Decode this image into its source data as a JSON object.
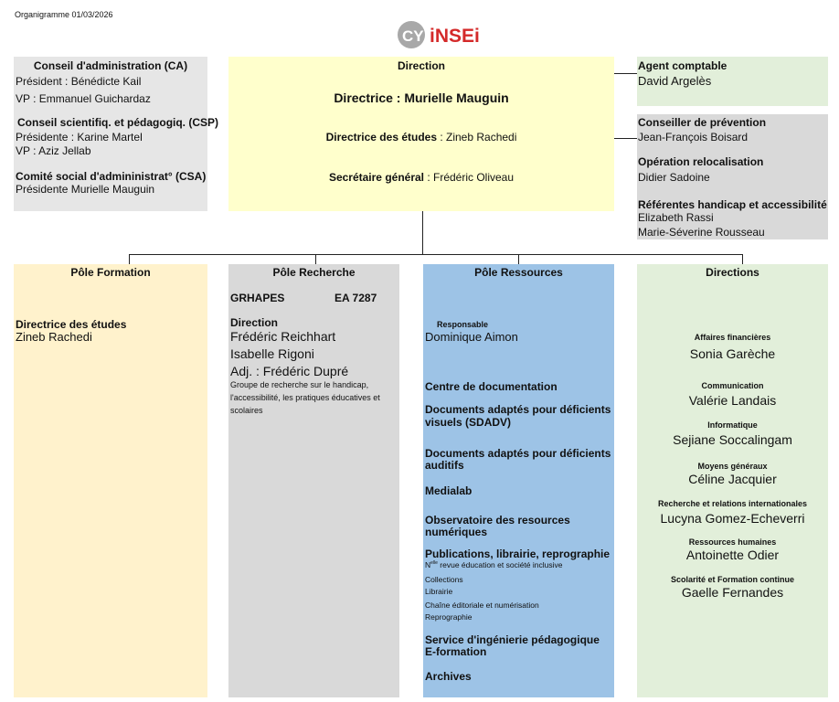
{
  "header": {
    "title": "Organigramme  01/03/2026",
    "logo": "CY iNSEi",
    "logo_colors": {
      "cy": "#9e9e9e",
      "insei": "#d42a2a"
    }
  },
  "colors": {
    "ca": "#e6e6e6",
    "direction": "#ffffcc",
    "agent": "#e2efda",
    "conseiller": "#d9d9d9",
    "formation": "#fff2cc",
    "recherche": "#d9d9d9",
    "ressources": "#9dc3e6",
    "directions": "#e2efda"
  },
  "councils": {
    "ca_title": "Conseil d'administration (CA)",
    "ca_president": "Président : Bénédicte Kail",
    "ca_vp": "VP : Emmanuel Guichardaz",
    "csp_title": "Conseil scientifiq. et pédagogiq. (CSP)",
    "csp_president": "Présidente : Karine Martel",
    "csp_vp": "VP : Aziz Jellab",
    "csa_title": "Comité social d'admininistrat° (CSA)",
    "csa_president": "Présidente Murielle Mauguin"
  },
  "direction": {
    "title": "Direction",
    "directrice": "Directrice : Murielle Mauguin",
    "etudes_label": "Directrice des études",
    "etudes_name": " : Zineb Rachedi",
    "sg_label": "Secrétaire général",
    "sg_name": " : Frédéric Oliveau"
  },
  "agent": {
    "title": "Agent comptable",
    "name": "David Argelès"
  },
  "conseiller": {
    "prev_title": "Conseiller de prévention",
    "prev_name": "Jean-François Boisard",
    "reloc_title": "Opération relocalisation",
    "reloc_name": "Didier Sadoine",
    "ref_title": "Référentes handicap et accessibilité",
    "ref_name1": "Elizabeth Rassi",
    "ref_name2": "Marie-Séverine Rousseau"
  },
  "formation": {
    "title": "Pôle Formation",
    "role": "Directrice des études",
    "name": "Zineb Rachedi"
  },
  "recherche": {
    "title": "Pôle Recherche",
    "lab": "GRHAPES",
    "ea": "EA 7287",
    "dir_label": "Direction",
    "dir1": "Frédéric Reichhart",
    "dir2": "Isabelle Rigoni",
    "adj": "Adj. : Frédéric Dupré",
    "desc": [
      "Groupe de recherche sur le handicap,",
      "l'accessibilité, les pratiques éducatives et",
      "scolaires"
    ]
  },
  "ressources": {
    "title": "Pôle Ressources",
    "resp_label": "Responsable",
    "resp_name": "Dominique Aimon",
    "services": [
      "Centre de documentation",
      "Documents adaptés pour déficients",
      "visuels (SDADV)",
      "Documents adaptés pour déficients",
      "auditifs",
      "Medialab",
      "Observatoire des resources",
      "numériques",
      "Publications, librairie, reprographie",
      "Service d'ingénierie pédagogique",
      "E-formation",
      "Archives"
    ],
    "pub_sub": {
      "n": "N",
      "sup": "elle",
      "revue": " revue éducation et société inclusive",
      "items": [
        "Collections",
        "Librairie",
        "Chaîne éditoriale et numérisation",
        "Reprographie"
      ]
    }
  },
  "directions": {
    "title": "Directions",
    "items": [
      {
        "label": "Affaires financières",
        "name": "Sonia Garèche"
      },
      {
        "label": "Communication",
        "name": "Valérie Landais"
      },
      {
        "label": "Informatique",
        "name": "Sejiane Soccalingam"
      },
      {
        "label": "Moyens généraux",
        "name": "Céline Jacquier"
      },
      {
        "label": "Recherche et relations internationales",
        "name": "Lucyna Gomez-Echeverri"
      },
      {
        "label": "Ressources humaines",
        "name": "Antoinette Odier"
      },
      {
        "label": "Scolarité et Formation continue",
        "name": "Gaelle Fernandes"
      }
    ]
  }
}
